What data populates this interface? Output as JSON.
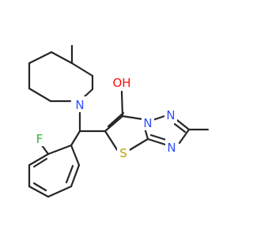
{
  "molecule": {
    "atoms": {
      "oh": {
        "text": "OH",
        "color": "#ff0d0d"
      },
      "n_piperidine": {
        "text": "N",
        "color": "#3050f8"
      },
      "n_bridge": {
        "text": "N",
        "color": "#3050f8"
      },
      "n_triazole_top": {
        "text": "N",
        "color": "#3050f8"
      },
      "n_triazole_bottom": {
        "text": "N",
        "color": "#3050f8"
      },
      "s_thiazole": {
        "text": "S",
        "color": "#b8a200"
      },
      "f_fluoro": {
        "text": "F",
        "color": "#33b233"
      }
    },
    "bond_color": "#262626"
  }
}
